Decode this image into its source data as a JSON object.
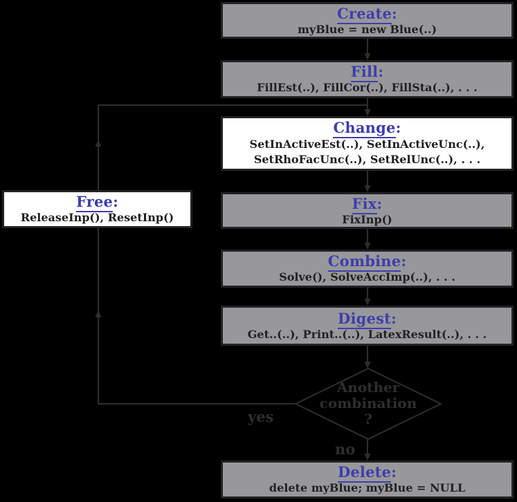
{
  "canvas": {
    "background": "#000000",
    "wire_color": "#2e2e2e",
    "accent_blue": "#3e3eae",
    "box_gray": "#98989a",
    "box_white": "#ffffff",
    "ink": "#211f22"
  },
  "punct": {
    "colon": ":"
  },
  "boxes": {
    "create": {
      "title": "Create",
      "body": "myBlue = new Blue(..)"
    },
    "fill": {
      "title": "Fill",
      "body": "FillEst(..), FillCor(..), FillSta(..), . . ."
    },
    "change": {
      "title": "Change",
      "body1": "SetInActiveEst(..), SetInActiveUnc(..),",
      "body2": "SetRhoFacUnc(..), SetRelUnc(..), . . ."
    },
    "free": {
      "title": "Free",
      "body": "ReleaseInp(), ResetInp()"
    },
    "fix": {
      "title": "Fix",
      "body": "FixInp()"
    },
    "combine": {
      "title": "Combine",
      "body": "Solve(), SolveAccImp(..), . . ."
    },
    "digest": {
      "title": "Digest",
      "body": "Get..(..), Print..(..), LatexResult(..), . . ."
    },
    "delete": {
      "title": "Delete",
      "body": "delete myBlue; myBlue = NULL"
    }
  },
  "decision": {
    "line1": "Another",
    "line2": "combination",
    "line3": "?",
    "yes_label": "yes",
    "no_label": "no"
  }
}
